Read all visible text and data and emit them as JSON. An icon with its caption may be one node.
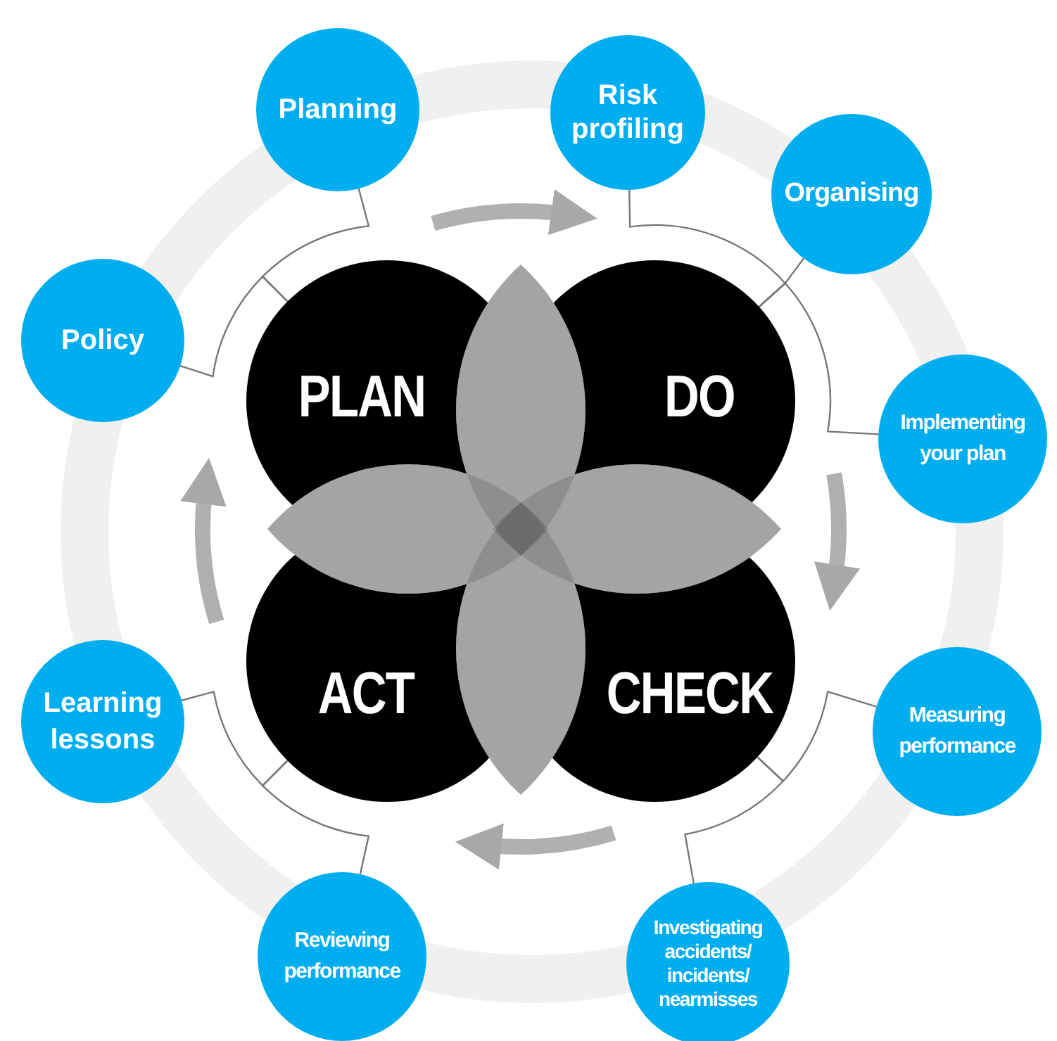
{
  "diagram": {
    "nodes": [
      {
        "text": [
          "Planning"
        ]
      },
      {
        "text": [
          "Risk profiling"
        ]
      },
      {
        "text": [
          "Organising"
        ]
      },
      {
        "text": [
          "Policy"
        ]
      },
      {
        "text": [
          "PLAN"
        ]
      },
      {
        "text": [
          "DO"
        ]
      },
      {
        "text": [
          "Implementing your plan"
        ]
      },
      {
        "text": [
          "ACT"
        ]
      },
      {
        "text": [
          "CHECK"
        ]
      },
      {
        "text": [
          "Learning lessons"
        ]
      },
      {
        "text": [
          "Measuring performance"
        ]
      },
      {
        "text": [
          "Reviewing performance"
        ]
      },
      {
        "text": [
          "Investigating accidents/ incidents/ nearmisses"
        ]
      }
    ],
    "edges": [
      {
        "from": 0,
        "to": 4,
        "arrow": "none"
      },
      {
        "from": 3,
        "to": 4,
        "arrow": "none"
      },
      {
        "from": 1,
        "to": 5,
        "arrow": "none"
      },
      {
        "from": 2,
        "to": 5,
        "arrow": "none"
      },
      {
        "from": 6,
        "to": 5,
        "arrow": "none"
      },
      {
        "from": 10,
        "to": 8,
        "arrow": "none"
      },
      {
        "from": 12,
        "to": 8,
        "arrow": "none"
      },
      {
        "from": 9,
        "to": 7,
        "arrow": "none"
      },
      {
        "from": 11,
        "to": 7,
        "arrow": "none"
      }
    ]
  }
}
